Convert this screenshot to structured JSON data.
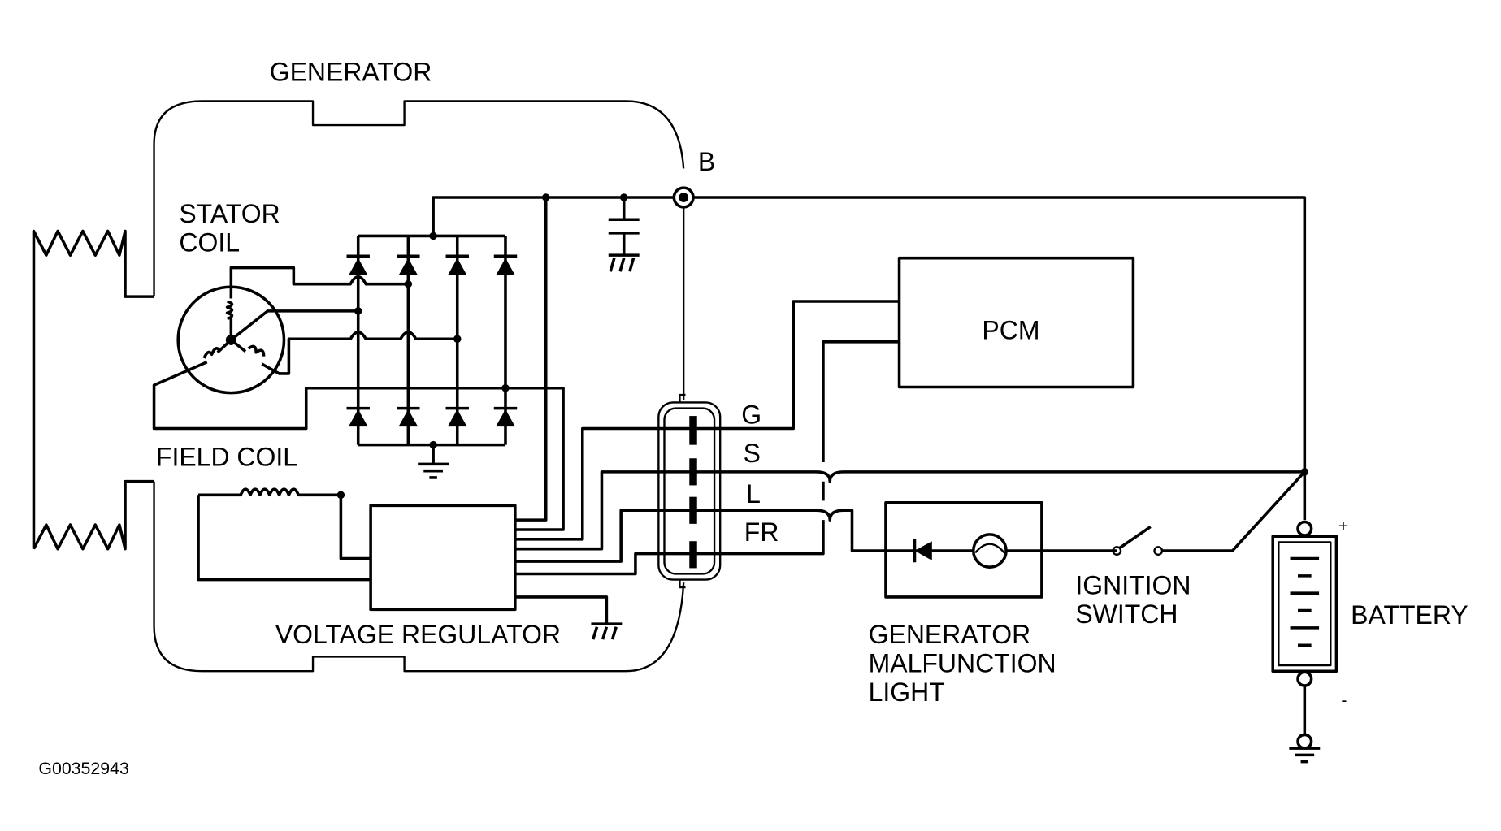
{
  "labels": {
    "generator": "GENERATOR",
    "terminal_b": "B",
    "stator_line1": "STATOR",
    "stator_line2": "COIL",
    "field_coil": "FIELD COIL",
    "voltage_regulator": "VOLTAGE REGULATOR",
    "pcm": "PCM",
    "pin_g": "G",
    "pin_s": "S",
    "pin_l": "L",
    "pin_fr": "FR",
    "light_line1": "GENERATOR",
    "light_line2": "MALFUNCTION",
    "light_line3": "LIGHT",
    "ignition_line1": "IGNITION",
    "ignition_line2": "SWITCH",
    "battery": "BATTERY",
    "plus": "+",
    "minus": "-",
    "figure_id": "G00352943"
  },
  "colors": {
    "ink": "#000000",
    "background": "#ffffff"
  }
}
